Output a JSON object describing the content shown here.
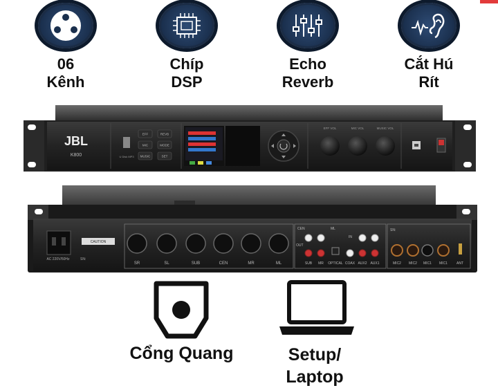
{
  "features": [
    {
      "line1": "06",
      "line2": "Kênh",
      "icon": "xlr-connector-icon"
    },
    {
      "line1": "Chíp",
      "line2": "DSP",
      "icon": "chip-icon"
    },
    {
      "line1": "Echo",
      "line2": "Reverb",
      "icon": "equalizer-sliders-icon"
    },
    {
      "line1": "Cắt Hú",
      "line2": "Rít",
      "icon": "ear-feedback-icon"
    }
  ],
  "front_panel": {
    "brand": "JBL",
    "model": "K800",
    "usb_label": "U Disk MP3",
    "buttons": [
      "EFF",
      "REVB",
      "MIC",
      "MODE",
      "MUSIC",
      "SET"
    ],
    "knobs": [
      "EFF VOL",
      "MIC VOL",
      "MUSIC VOL"
    ]
  },
  "rear_panel": {
    "power_label": "AC 220V/50Hz",
    "sn_label": "SN:",
    "warning_label": "CAUTION",
    "xlr_outputs": [
      "SR",
      "SL",
      "SUB",
      "CEN",
      "MR",
      "ML"
    ],
    "rca_groups": {
      "cen_label": "CEN",
      "ml_label": "ML",
      "out_label": "OUT",
      "in_label": "IN"
    },
    "rca_bottom": [
      "SUB",
      "MR",
      "OPTICAL",
      "COAX",
      "AUX2",
      "AUX1"
    ],
    "mic_inputs": [
      "MIC2",
      "MIC2",
      "MIC1",
      "MIC1",
      "ANT"
    ],
    "sn2_label": "SN:"
  },
  "bottom": {
    "optical_label": "Cổng Quang",
    "laptop_line1": "Setup/",
    "laptop_line2": "Laptop"
  }
}
